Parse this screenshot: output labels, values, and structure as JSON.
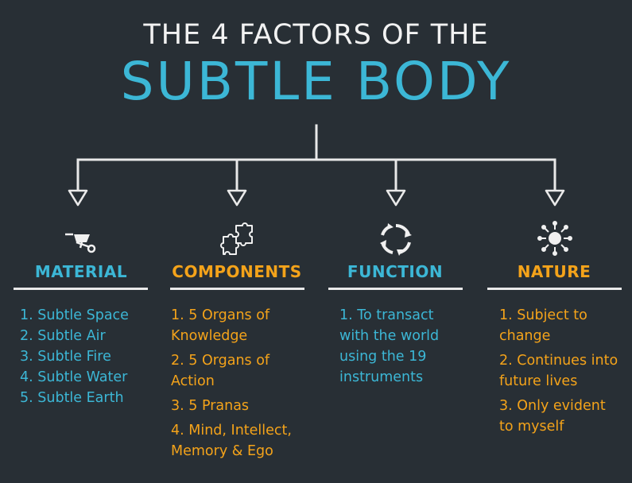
{
  "title": {
    "top": "THE 4 FACTORS OF THE",
    "main": "SUBTLE BODY"
  },
  "colors": {
    "background": "#282f35",
    "blue": "#3cb7d6",
    "orange": "#f4a31a",
    "line": "#e9e9e9"
  },
  "columns": [
    {
      "heading": "MATERIAL",
      "icon": "wheelbarrow-icon",
      "items": [
        "1. Subtle Space",
        "2. Subtle Air",
        "3. Subtle Fire",
        "4. Subtle Water",
        "5. Subtle Earth"
      ]
    },
    {
      "heading": "COMPONENTS",
      "icon": "puzzle-pieces-icon",
      "items": [
        "1. 5 Organs of Knowledge",
        "2. 5 Organs of Action",
        "3. 5 Pranas",
        "4. Mind, Intellect, Memory & Ego"
      ]
    },
    {
      "heading": "FUNCTION",
      "icon": "cycle-arrows-icon",
      "items": [
        "1. To transact with the world using the 19 instruments"
      ]
    },
    {
      "heading": "NATURE",
      "icon": "sun-burst-icon",
      "items": [
        "1. Subject to change",
        "2. Continues into future lives",
        "3. Only evident to myself"
      ]
    }
  ]
}
